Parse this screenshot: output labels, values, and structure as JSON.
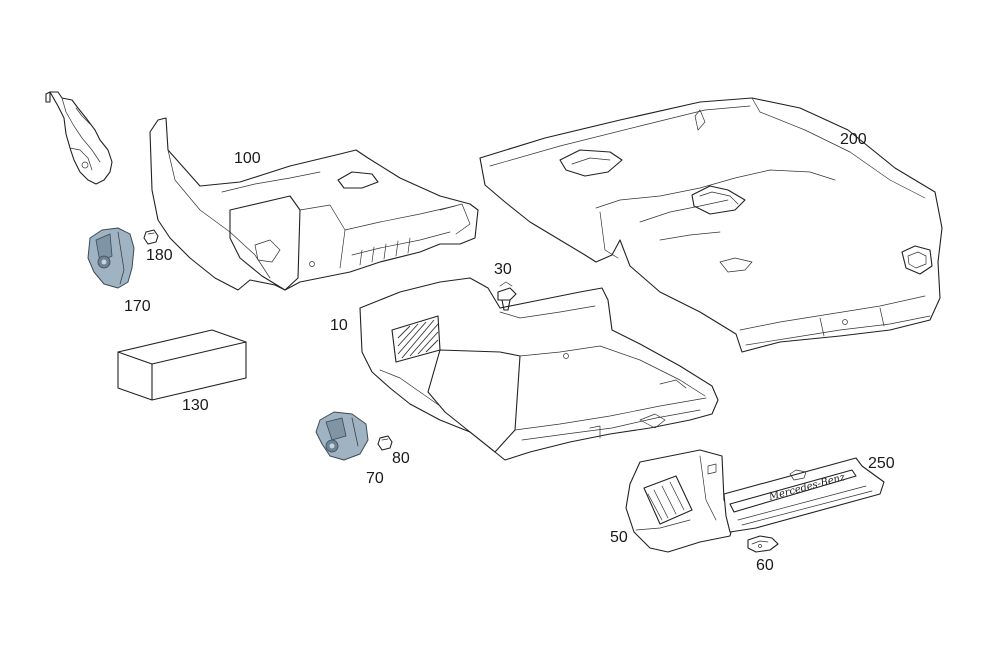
{
  "diagram": {
    "background": "#ffffff",
    "accent_part_color": "#9fb3c2",
    "callouts": [
      {
        "id": "c100",
        "label": "100"
      },
      {
        "id": "c200",
        "label": "200"
      },
      {
        "id": "c180",
        "label": "180"
      },
      {
        "id": "c170",
        "label": "170"
      },
      {
        "id": "c130",
        "label": "130"
      },
      {
        "id": "c30",
        "label": "30"
      },
      {
        "id": "c10",
        "label": "10"
      },
      {
        "id": "c80",
        "label": "80"
      },
      {
        "id": "c70",
        "label": "70"
      },
      {
        "id": "c250",
        "label": "250"
      },
      {
        "id": "c50",
        "label": "50"
      },
      {
        "id": "c60",
        "label": "60"
      }
    ],
    "sill_plate_lettering": "Mercedes-Benz"
  }
}
